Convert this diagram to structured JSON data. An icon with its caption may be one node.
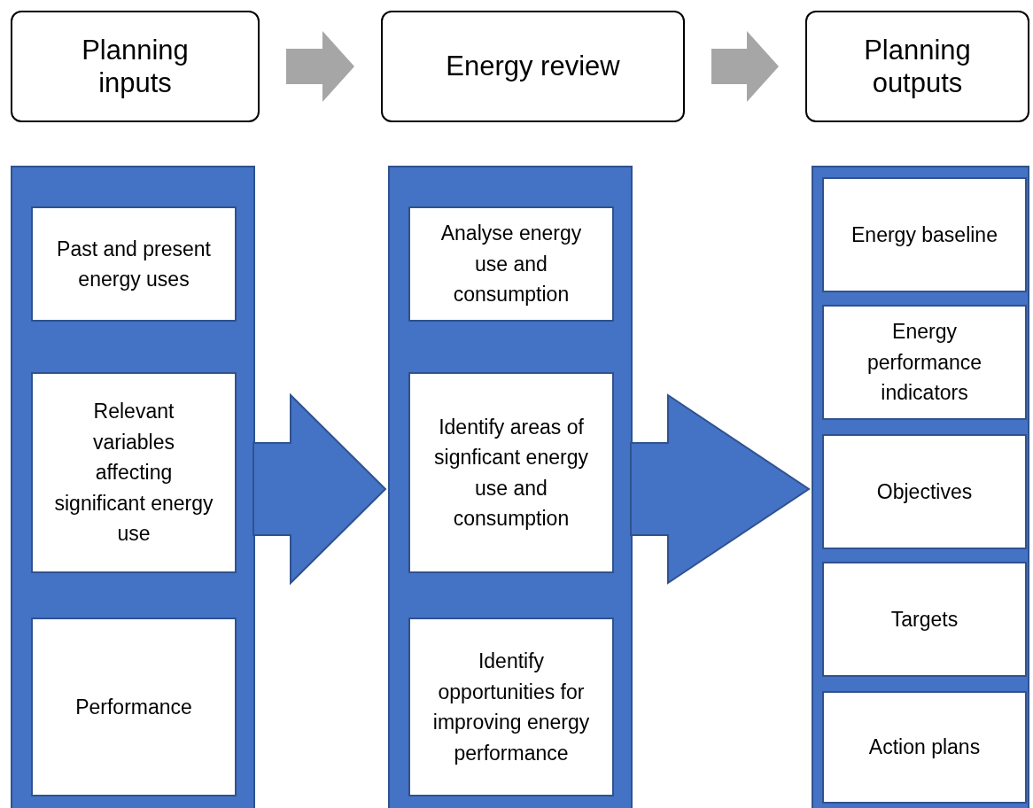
{
  "diagram": {
    "nodes": [
      {
        "text": [
          "Planning inputs"
        ]
      },
      {
        "text": [
          "Energy review"
        ]
      },
      {
        "text": [
          "Planning outputs"
        ]
      },
      {
        "text": [],
        "shape": "box"
      },
      {
        "text": [
          "Past and present energy uses"
        ],
        "in": 3
      },
      {
        "text": [
          "Relevant variables affecting significant energy use"
        ],
        "in": 3
      },
      {
        "text": [
          "Performance"
        ],
        "in": 3
      },
      {
        "text": [],
        "shape": "box"
      },
      {
        "text": [
          "Analyse energy use and consumption"
        ],
        "in": 7
      },
      {
        "text": [
          "Identify areas of signficant energy use and consumption"
        ],
        "in": 7
      },
      {
        "text": [
          "Identify opportunities for improving energy performance"
        ],
        "in": 7
      },
      {
        "text": [],
        "shape": "box"
      },
      {
        "text": [
          "Energy baseline"
        ],
        "in": 11
      },
      {
        "text": [
          "Energy performance indicators"
        ],
        "in": 11
      },
      {
        "text": [
          "Objectives"
        ],
        "in": 11
      },
      {
        "text": [
          "Targets"
        ],
        "in": 11
      },
      {
        "text": [
          "Action plans"
        ],
        "in": 11
      }
    ],
    "edges": [
      {
        "from": 0,
        "to": 1,
        "arrow": "to",
        "color": "#a6a6a6"
      },
      {
        "from": 1,
        "to": 2,
        "arrow": "to",
        "color": "#a6a6a6"
      },
      {
        "from": 3,
        "to": 7,
        "arrow": "to",
        "color": "#4472c4"
      },
      {
        "from": 7,
        "to": 11,
        "arrow": "to",
        "color": "#4472c4"
      }
    ]
  }
}
